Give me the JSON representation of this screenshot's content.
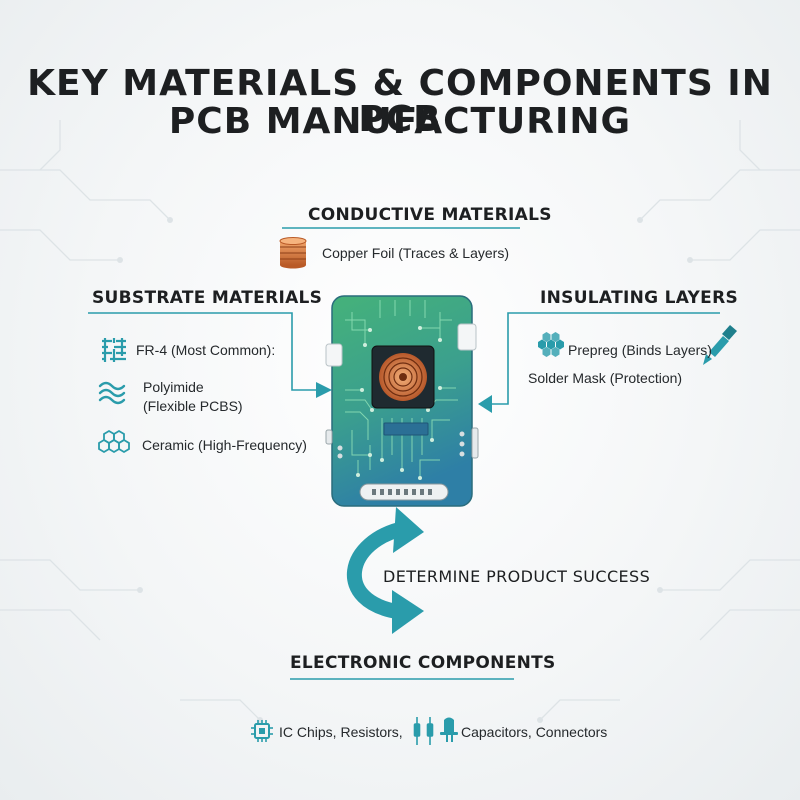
{
  "title": {
    "line1": "KEY MATERIALS & COMPONENTS IN PCB",
    "line2": "PCB MANUFACTURING"
  },
  "conductive": {
    "heading": "CONDUCTIVE MATERIALS",
    "items": [
      {
        "icon": "copper-coins-icon",
        "label": "Copper Foil (Traces & Layers)"
      }
    ]
  },
  "substrate": {
    "heading": "SUBSTRATE MATERIALS",
    "items": [
      {
        "icon": "fiber-weave-icon",
        "label": "FR-4 (Most Common):"
      },
      {
        "icon": "waves-icon",
        "label": "Polyimide"
      },
      {
        "icon": "waves-icon",
        "label": "(Flexible PCBS)"
      },
      {
        "icon": "hexagon-lattice-icon",
        "label": "Ceramic (High-Frequency)"
      }
    ]
  },
  "insulating": {
    "heading": "INSULATING LAYERS",
    "items": [
      {
        "icon": "hexagon-cluster-icon",
        "label": "Prepreg (Binds Layers)"
      },
      {
        "icon": "paintbrush-icon",
        "label": "Solder Mask (Protection)"
      }
    ]
  },
  "center": {
    "label": "DETERMINE PRODUCT SUCCESS"
  },
  "components": {
    "heading": "ELECTRONIC COMPONENTS",
    "part1": "IC Chips, Resistors,",
    "part2": "Capacitors, Connectors",
    "icons": [
      "ic-chip-icon",
      "resistor-icon",
      "capacitor-icon"
    ]
  },
  "colors": {
    "accent": "#2a9cab",
    "board_green": "#3fae7a",
    "board_blue": "#2f7fa8",
    "copper": "#c9733a",
    "text": "#1d1f21"
  }
}
